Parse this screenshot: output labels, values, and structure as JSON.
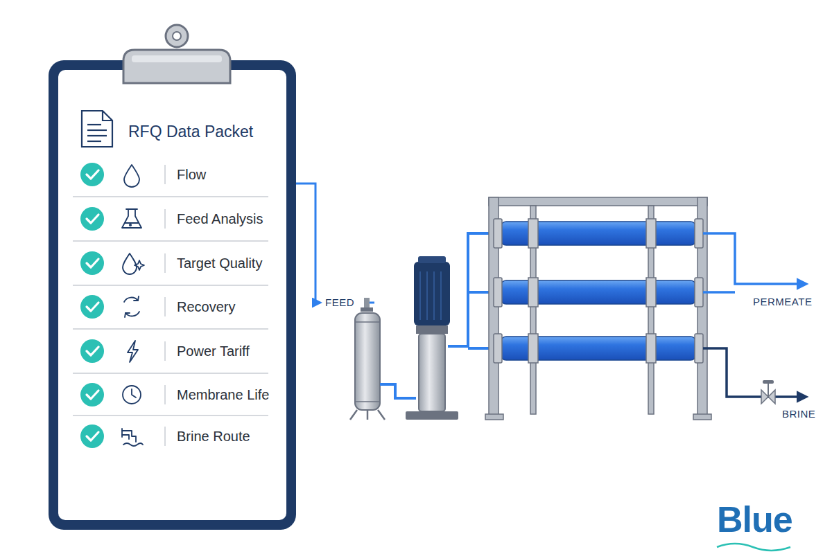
{
  "diagram": {
    "nodes": [
      {
        "text": [
          "RFQ Data Packet"
        ]
      },
      {
        "text": [
          "Flow"
        ],
        "in": 0
      },
      {
        "text": [
          "Feed Analysis"
        ],
        "in": 0
      },
      {
        "text": [
          "Target Quality"
        ],
        "in": 0
      },
      {
        "text": [
          "Recovery"
        ],
        "in": 0
      },
      {
        "text": [
          "Power Tariff"
        ],
        "in": 0
      },
      {
        "text": [
          "Membrane Life"
        ],
        "in": 0
      },
      {
        "text": [
          "Brine Route"
        ],
        "in": 0
      }
    ],
    "labels": [
      "FEED",
      "PERMEATE",
      "BRINE",
      "Blue"
    ]
  }
}
